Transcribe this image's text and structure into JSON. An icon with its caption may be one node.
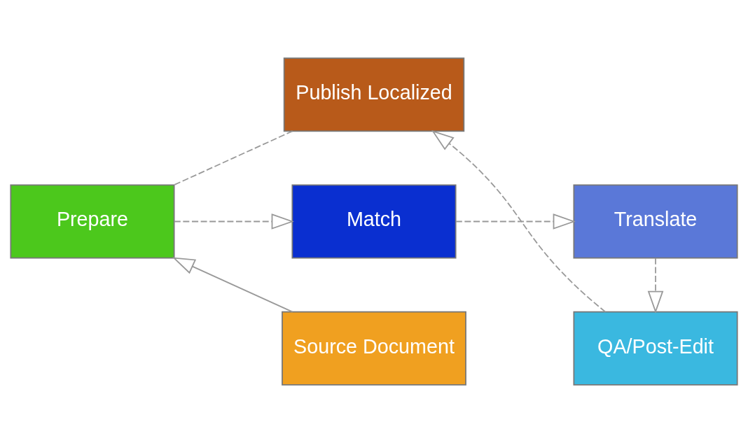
{
  "diagram": {
    "nodes": [
      {
        "text": [
          "Match"
        ]
      },
      {
        "text": [
          "Translate"
        ]
      },
      {
        "text": [
          "QA/Post-Edit"
        ]
      },
      {
        "text": [
          "Publish Localized"
        ]
      },
      {
        "text": [
          "Prepare"
        ]
      },
      {
        "text": [
          "Source Document"
        ]
      }
    ],
    "edges": [
      {
        "from": 5,
        "to": 4,
        "arrow": "to"
      },
      {
        "from": 4,
        "to": 0,
        "arrow": "to",
        "style": "dashed"
      },
      {
        "from": 0,
        "to": 1,
        "arrow": "to",
        "style": "dashed"
      },
      {
        "from": 1,
        "to": 2,
        "arrow": "to",
        "style": "dashed"
      },
      {
        "from": 2,
        "to": 3,
        "arrow": "to",
        "style": "dashed"
      },
      {
        "from": 3,
        "to": 4,
        "arrow": "none",
        "style": "dashed"
      }
    ]
  }
}
